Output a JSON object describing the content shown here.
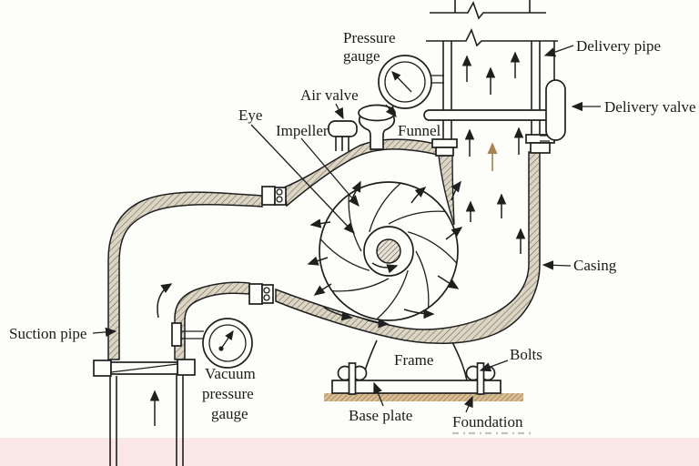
{
  "diagram": {
    "labels": {
      "pressure_gauge_1": "Pressure",
      "pressure_gauge_2": "gauge",
      "delivery_pipe": "Delivery pipe",
      "delivery_valve": "Delivery valve",
      "air_valve": "Air valve",
      "eye": "Eye",
      "impeller": "Impeller",
      "funnel": "Funnel",
      "casing": "Casing",
      "suction_pipe": "Suction pipe",
      "vacuum_1": "Vacuum",
      "vacuum_2": "pressure",
      "vacuum_3": "gauge",
      "frame": "Frame",
      "bolts": "Bolts",
      "base_plate": "Base plate",
      "foundation": "Foundation"
    },
    "colors": {
      "line": "#1f1f1f",
      "casing_hatch_bg": "#ddd5c4",
      "casing_hatch_line": "#6f675b",
      "foundation_hatch_bg": "#d8bd94",
      "foundation_hatch_line": "#8a6a41",
      "tan_arrow": "#a8824f",
      "bottom_tint": "#fae8e8",
      "background": "#fdfdfa"
    }
  }
}
